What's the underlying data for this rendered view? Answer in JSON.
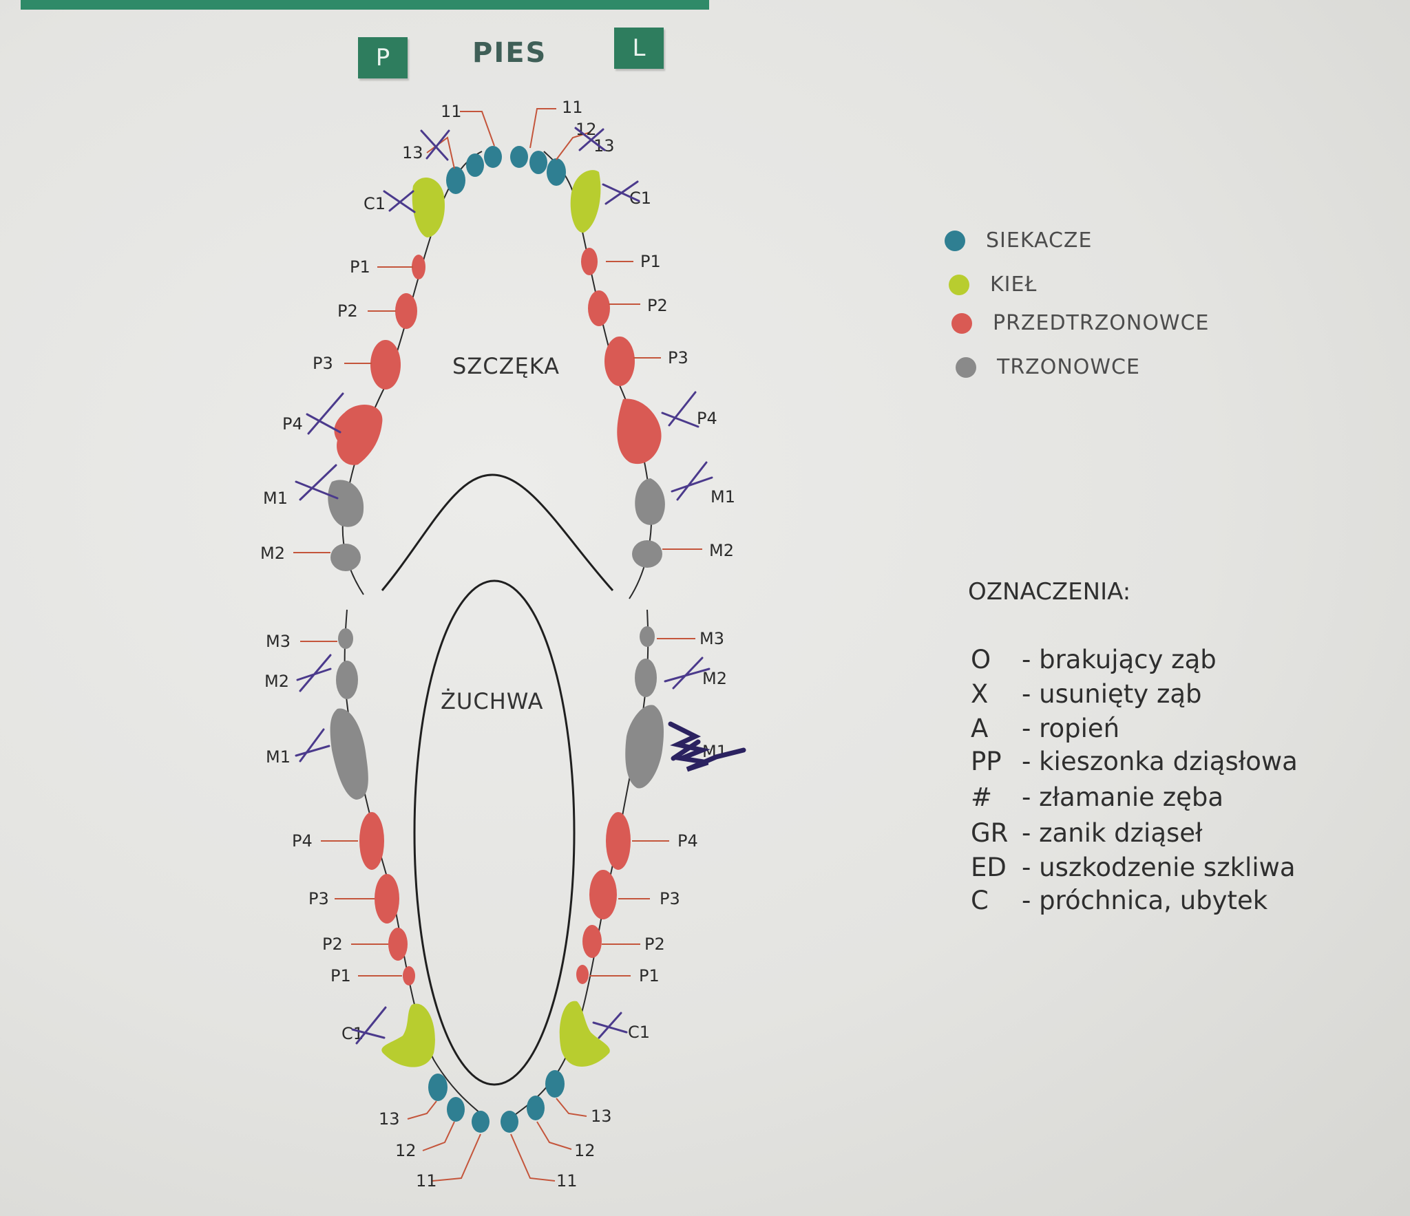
{
  "header": {
    "left_tag": "P",
    "title": "PIES",
    "right_tag": "L"
  },
  "jaws": {
    "upper": "SZCZĘKA",
    "lower": "ŻUCHWA"
  },
  "legend": [
    {
      "label": "SIEKACZE",
      "color": "#2f7f92"
    },
    {
      "label": "KIEŁ",
      "color": "#b8cd2f"
    },
    {
      "label": "PRZEDTRZONOWCE",
      "color": "#d95a54"
    },
    {
      "label": "TRZONOWCE",
      "color": "#8a8a8a"
    }
  ],
  "markings": {
    "title": "OZNACZENIA:",
    "items": [
      {
        "code": "O",
        "desc": "- brakujący ząb"
      },
      {
        "code": "X",
        "desc": "- usunięty ząb"
      },
      {
        "code": "A",
        "desc": "- ropień"
      },
      {
        "code": "PP",
        "desc": "- kieszonka dziąsłowa"
      },
      {
        "code": "#",
        "desc": "- złamanie zęba"
      },
      {
        "code": "GR",
        "desc": "- zanik dziąseł"
      },
      {
        "code": "ED",
        "desc": "- uszkodzenie szkliwa"
      },
      {
        "code": "C",
        "desc": "- próchnica, ubytek"
      }
    ]
  },
  "tooth_labels": {
    "upper_left": [
      "11",
      "13",
      "C1",
      "P1",
      "P2",
      "P3",
      "P4",
      "M1",
      "M2"
    ],
    "upper_right": [
      "11",
      "12",
      "13",
      "C1",
      "P1",
      "P2",
      "P3",
      "P4",
      "M1",
      "M2"
    ],
    "lower_left": [
      "M3",
      "M2",
      "M1",
      "P4",
      "P3",
      "P2",
      "P1",
      "C1",
      "13",
      "12",
      "11"
    ],
    "lower_right": [
      "M3",
      "M2",
      "M1",
      "P4",
      "P3",
      "P2",
      "P1",
      "C1",
      "13",
      "12",
      "11"
    ]
  }
}
